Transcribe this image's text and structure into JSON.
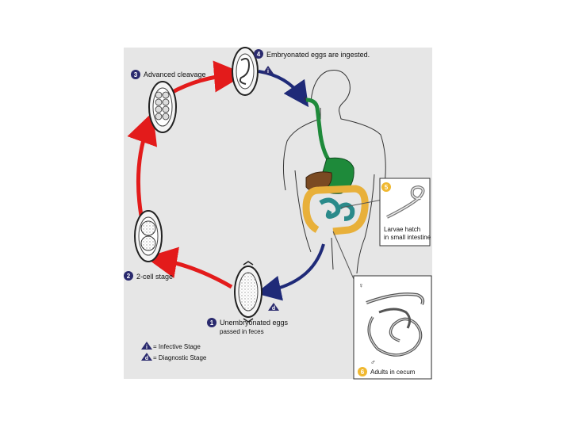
{
  "colors": {
    "panel_bg": "#e6e6e6",
    "cycle_red": "#e31b1b",
    "cycle_blue": "#1f2a78",
    "badge_navy": "#2a2a6e",
    "badge_yellow": "#f0b830",
    "stomach_green": "#1e8a3a",
    "intestine_yellow": "#e8b03a",
    "intestine_teal": "#2a8a8a",
    "liver_brown": "#7a4a22"
  },
  "stages": [
    {
      "num": "1",
      "label": "Unembryonated eggs",
      "label2": "passed in feces",
      "icon": "diagnostic-stage-icon",
      "icon_letter": "d"
    },
    {
      "num": "2",
      "label": "2-cell stage"
    },
    {
      "num": "3",
      "label": "Advanced cleavage"
    },
    {
      "num": "4",
      "label": "Embryonated eggs are ingested.",
      "icon": "infective-stage-icon",
      "icon_letter": "i"
    },
    {
      "num": "5",
      "label": "Larvae hatch",
      "label2": "in small intestine"
    },
    {
      "num": "6",
      "label": "Adults in cecum"
    }
  ],
  "legend": [
    {
      "icon_letter": "i",
      "text": "= Infective Stage"
    },
    {
      "icon_letter": "d",
      "text": "= Diagnostic Stage"
    }
  ],
  "symbols": {
    "female": "♀",
    "male": "♂"
  }
}
